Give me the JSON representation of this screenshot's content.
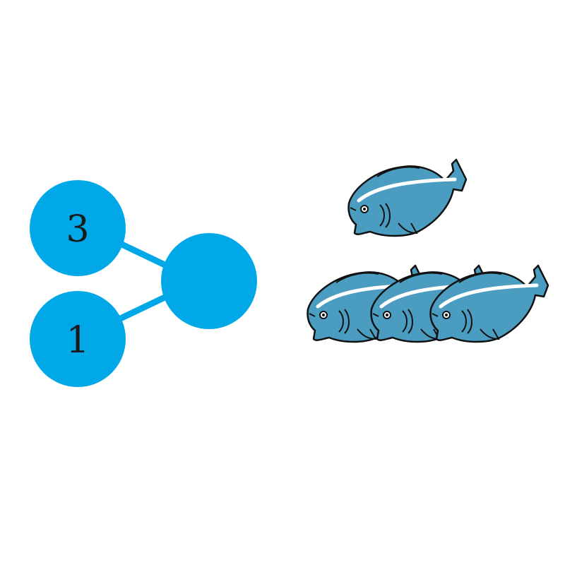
{
  "colors": {
    "node": "#00a8e8",
    "fish_body": "#4a9cc0",
    "fish_outline": "#111111",
    "fish_stripe": "#ffffff"
  },
  "bond_diagram": {
    "whole_label": "",
    "parts": [
      {
        "label": "3"
      },
      {
        "label": "1"
      }
    ]
  },
  "fish_groups": [
    {
      "count": 1,
      "icon": "fish-icon"
    },
    {
      "count": 3,
      "icon": "fish-icon"
    }
  ]
}
